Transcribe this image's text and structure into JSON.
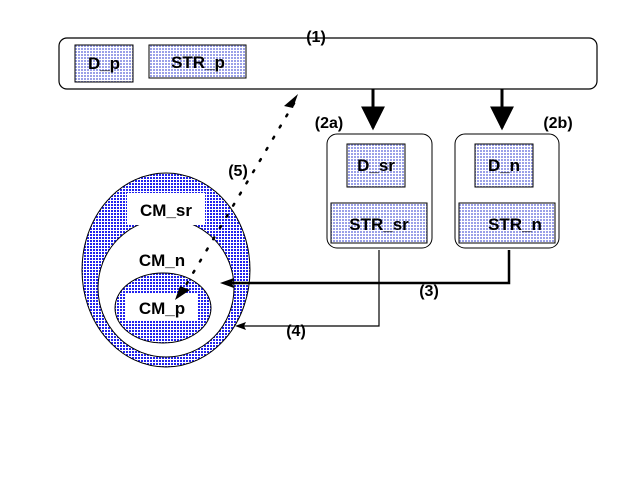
{
  "diagram": {
    "colors": {
      "dotted_fill": "#2222ee",
      "box_fill": "#c8ccf2",
      "stroke": "#000000",
      "background": "#ffffff"
    },
    "step_labels": {
      "s1": "(1)",
      "s2a": "(2a)",
      "s2b": "(2b)",
      "s3": "(3)",
      "s4": "(4)",
      "s5": "(5)"
    },
    "top_container": {
      "items": [
        "D_p",
        "STR_p"
      ]
    },
    "box_2a": {
      "top": "D_sr",
      "bottom": "STR_sr"
    },
    "box_2b": {
      "top": "D_n",
      "bottom": "STR_n"
    },
    "nested_circles": {
      "outer": "CM_sr",
      "middle": "CM_n",
      "inner": "CM_p"
    }
  }
}
